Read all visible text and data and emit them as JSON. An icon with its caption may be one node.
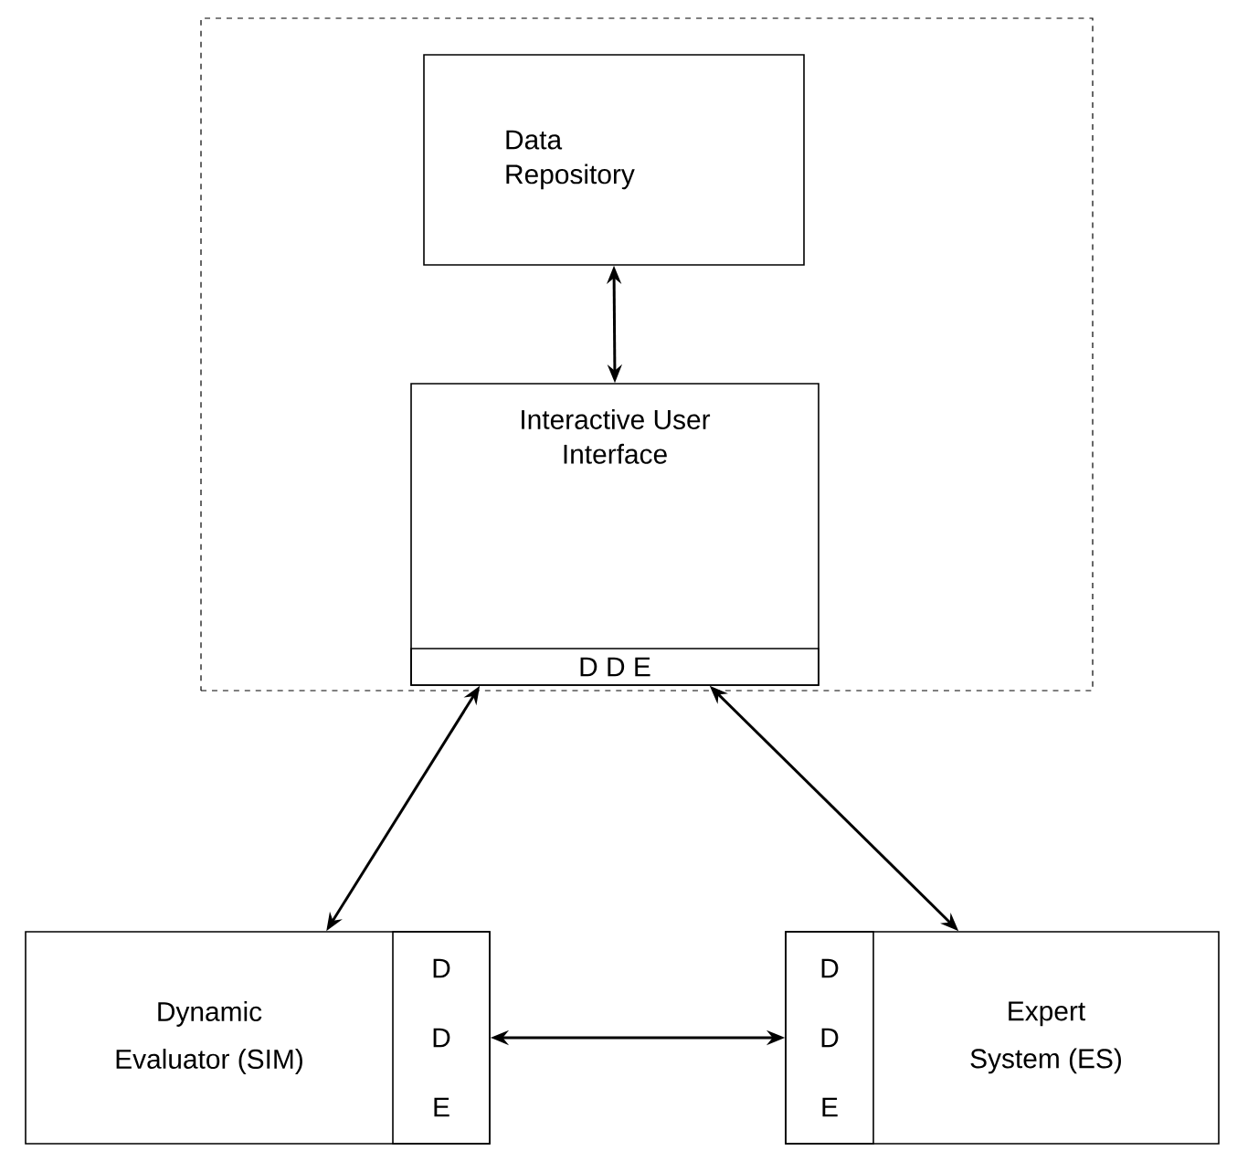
{
  "diagram": {
    "nodes": [
      {
        "text": [],
        "shape": "box"
      },
      {
        "text": [
          "Data Repository"
        ],
        "in": 0
      },
      {
        "text": [
          "Interactive User Interface"
        ],
        "in": 0
      },
      {
        "text": [
          "D D E"
        ],
        "in": 2
      },
      {
        "text": [
          "Dynamic Evaluator (SIM)"
        ]
      },
      {
        "text": [
          "D D E"
        ],
        "in": 4
      },
      {
        "text": [
          "Expert System (ES)"
        ]
      },
      {
        "text": [
          "D D E"
        ],
        "in": 6
      }
    ],
    "edges": [
      {
        "from": 1,
        "to": 2,
        "arrow": "both"
      },
      {
        "from": 3,
        "to": 4,
        "arrow": "both"
      },
      {
        "from": 3,
        "to": 6,
        "arrow": "both"
      },
      {
        "from": 5,
        "to": 7,
        "arrow": "both"
      }
    ]
  }
}
